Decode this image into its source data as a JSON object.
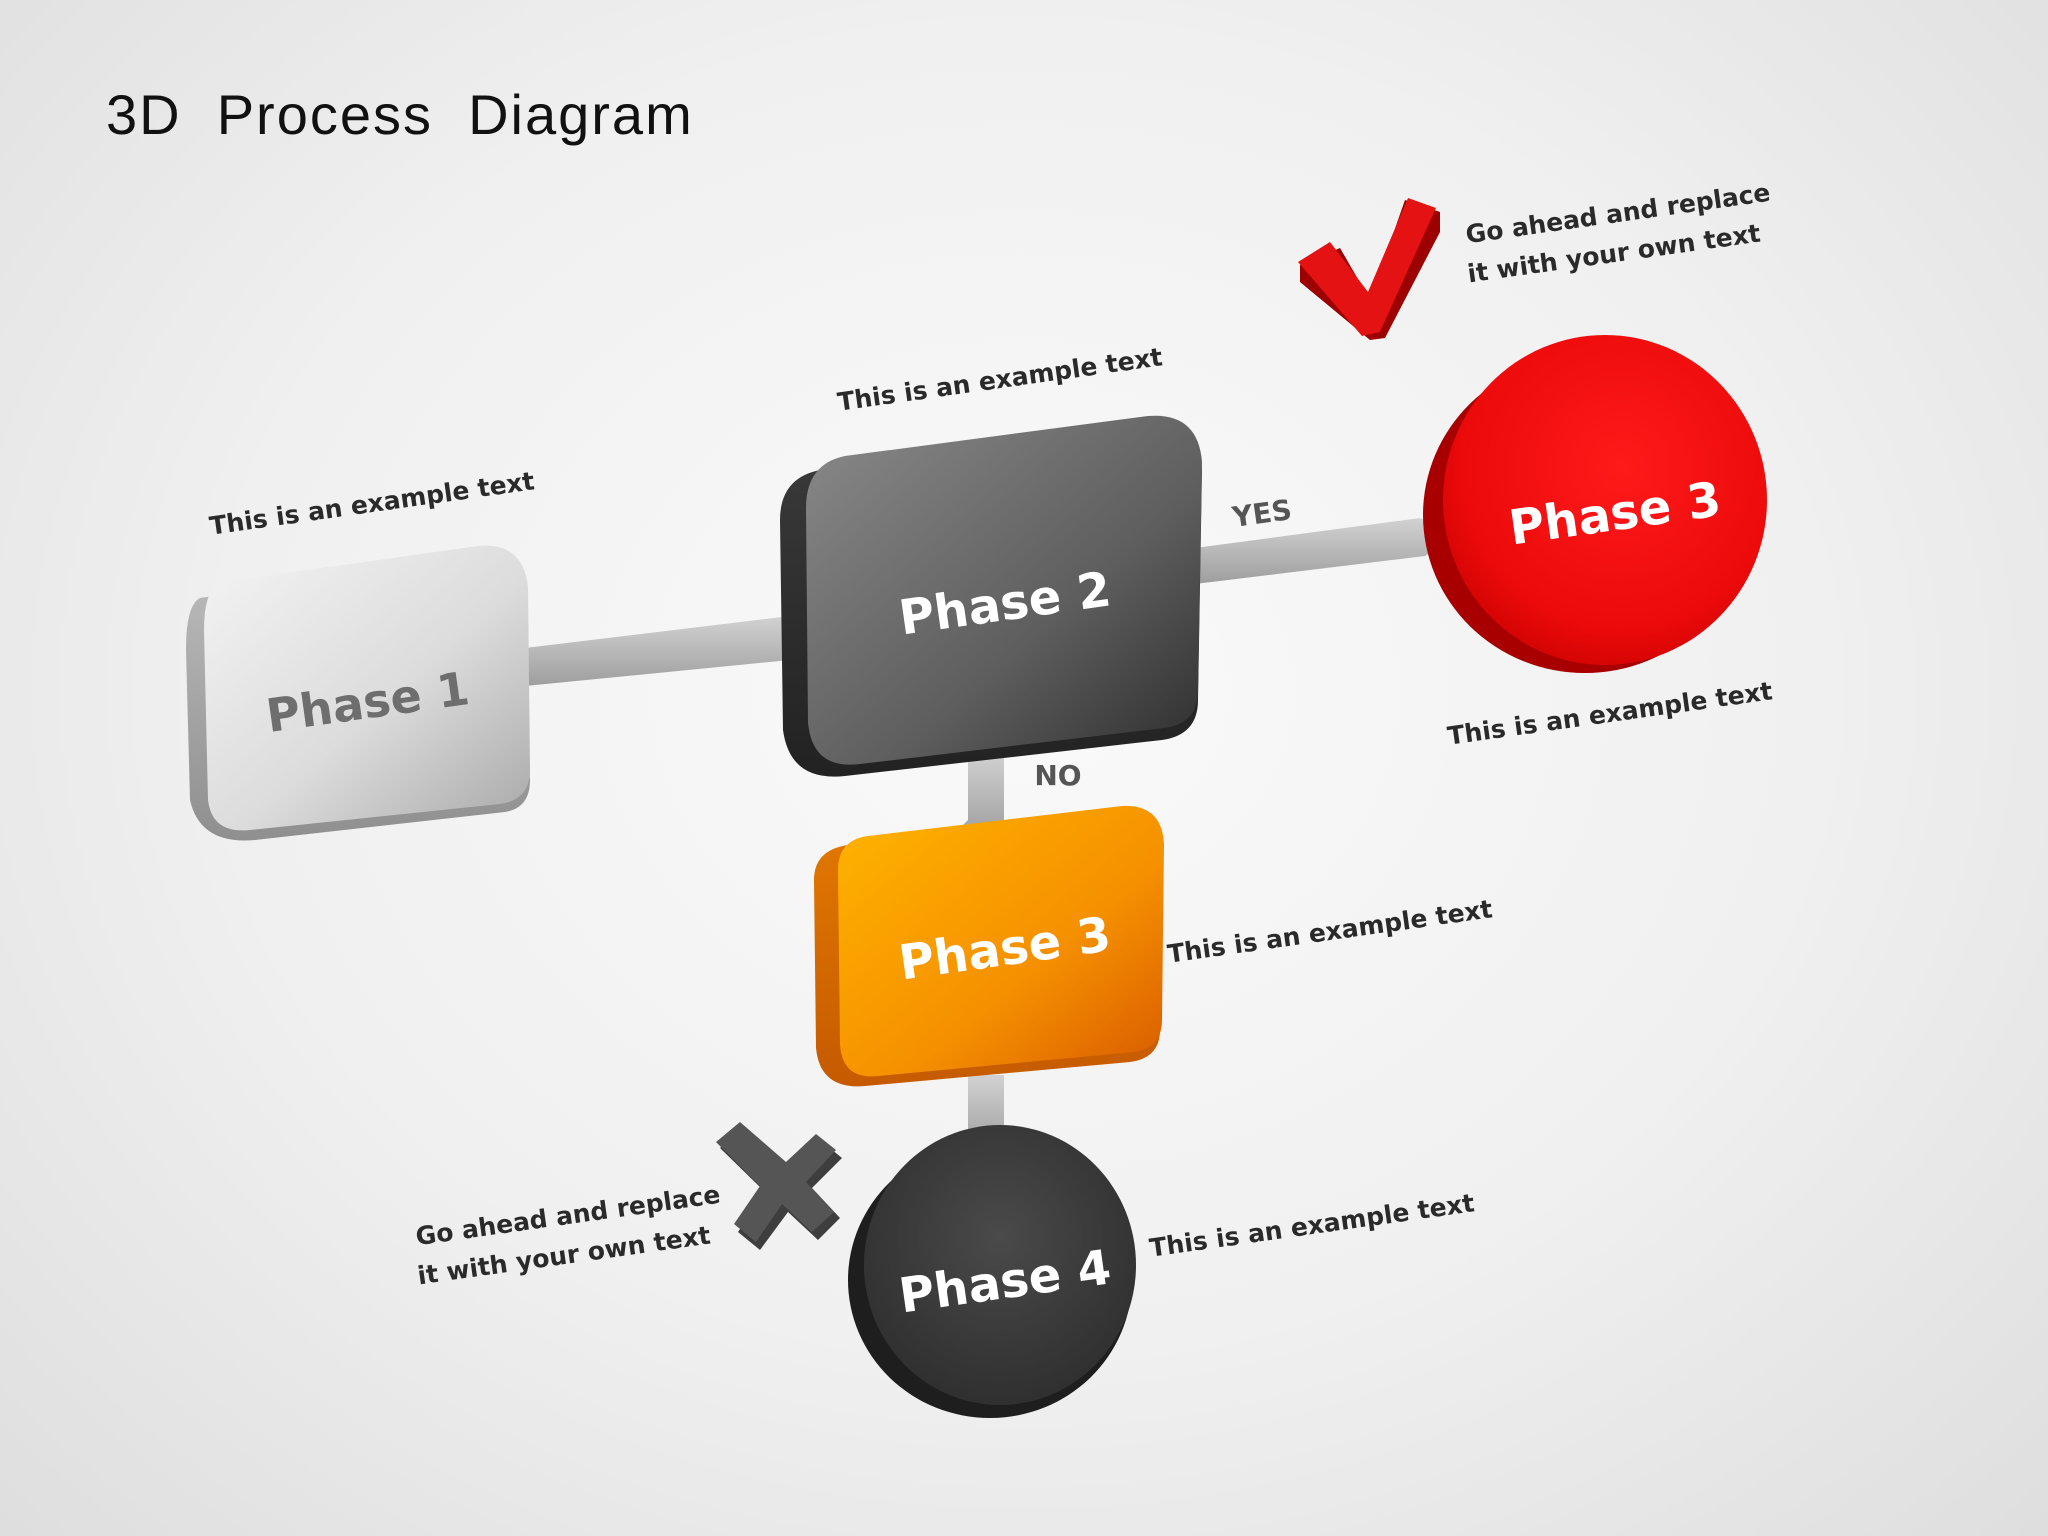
{
  "title": "3D  Process  Diagram",
  "nodes": {
    "phase1": {
      "label": "Phase 1",
      "caption": "This is an example text"
    },
    "phase2": {
      "label": "Phase 2",
      "caption": "This is an example text"
    },
    "phase3_yes": {
      "label": "Phase 3",
      "caption": "This is an example text",
      "note_line1": "Go ahead and replace",
      "note_line2": "it with your own text"
    },
    "phase3_no": {
      "label": "Phase 3",
      "caption": "This is an example text"
    },
    "phase4": {
      "label": "Phase 4",
      "caption": "This is an example text",
      "note_line1": "Go ahead and replace",
      "note_line2": "it with your own text"
    }
  },
  "branches": {
    "yes": "YES",
    "no": "NO"
  },
  "icons": {
    "success": "checkmark-icon",
    "failure": "cross-icon"
  },
  "colors": {
    "phase1": "#d6d6d6",
    "phase2": "#5c5c5c",
    "phase3_yes": "#e81010",
    "phase3_no": "#f39a00",
    "phase4": "#3a3a3a",
    "connector": "#b5b5b5"
  }
}
